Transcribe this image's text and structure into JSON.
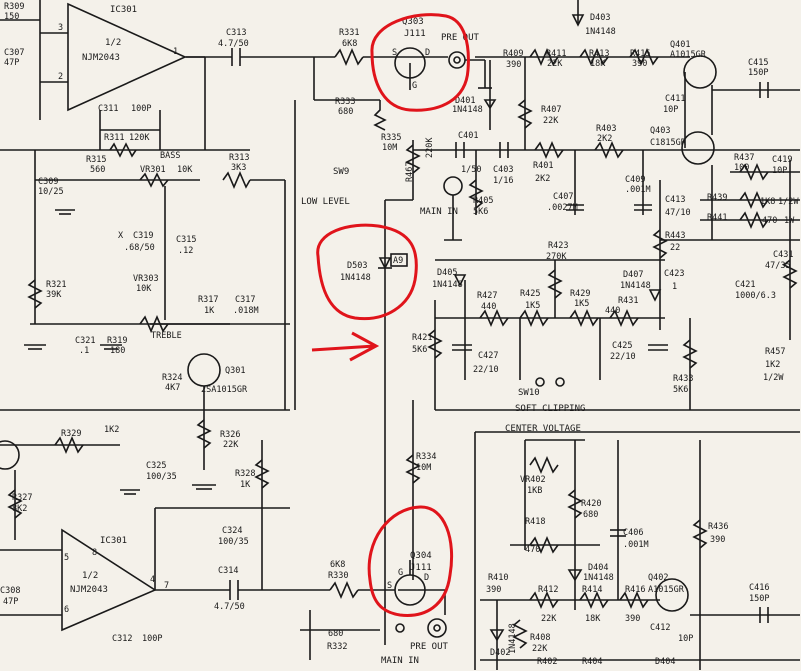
{
  "colors": {
    "ink": "#1a1a1a",
    "paper": "#f4f1ea",
    "annotation": "#e0141b"
  },
  "ic_top": {
    "ref": "IC301",
    "frac": "1/2",
    "part": "NJM2043",
    "pins": [
      "3",
      "2",
      "1"
    ]
  },
  "ic_bot": {
    "ref": "IC301",
    "frac": "1/2",
    "part": "NJM2043",
    "pins": [
      "8",
      "5",
      "6",
      "7",
      "4"
    ]
  },
  "q303": {
    "ref": "Q303",
    "part": "J111",
    "s": "S",
    "d": "D",
    "g": "G"
  },
  "q304": {
    "ref": "Q304",
    "part": "J111",
    "s": "S",
    "d": "D",
    "g": "G"
  },
  "q301": {
    "ref": "Q301",
    "part": "2SA1015GR"
  },
  "pre_out_top": "PRE OUT",
  "pre_out_bot": "PRE OUT",
  "main_in_top": "MAIN IN",
  "main_in_bot": "MAIN IN",
  "low_level": "LOW LEVEL",
  "sw9": "SW9",
  "sw10": "SW10",
  "soft_clipping": "SOFT CLIPPING",
  "center_voltage": "CENTER VOLTAGE",
  "bass": "BASS",
  "treble": "TREBLE",
  "flag_a9": "A9",
  "labels": [
    "R309",
    "150",
    "C307",
    "47P",
    "C313",
    "4.7/50",
    "R331",
    "6K8",
    "R333",
    "680",
    "R335",
    "10M",
    "C311",
    "100P",
    "R311",
    "120K",
    "R315",
    "560",
    "VR301",
    "10K",
    "R313",
    "3K3",
    "C309",
    "10/25",
    "X",
    "C319",
    ".68/50",
    "C315",
    ".12",
    "R321",
    "39K",
    "VR303",
    "10K",
    "R317",
    "1K",
    "C317",
    ".018M",
    "C321",
    ".1",
    "R319",
    "180",
    "R324",
    "4K7",
    "R326",
    "22K",
    "R328",
    "1K",
    "R329",
    "1K2",
    "C325",
    "100/35",
    "R327",
    "8K2",
    "C308",
    "47P",
    "C324",
    "100/35",
    "C314",
    "4.7/50",
    "R330",
    "6K8",
    "C312",
    "100P",
    "R332",
    "680",
    "R334",
    "10M",
    "R467",
    "220K",
    "C401",
    "1/50",
    "C403",
    "1/16",
    "R405",
    "5K6",
    "R409",
    "390",
    "R411",
    "22K",
    "R413",
    "18K",
    "R415",
    "390",
    "Q401",
    "A1015GR",
    "D401",
    "1N4148",
    "D403",
    "1N4148",
    "R407",
    "22K",
    "R401",
    "2K2",
    "R403",
    "2K2",
    "C407",
    ".0027M",
    "C409",
    ".001M",
    "Q403",
    "C1815GR",
    "C411",
    "10P",
    "C413",
    "47/10",
    "R437",
    "100",
    "C419",
    "10P",
    "C415",
    "150P",
    "R439",
    "1K8",
    "1/2W",
    "R441",
    "470",
    "1W",
    "R443",
    "22",
    "C431",
    "47/35",
    "C423",
    "1",
    "C421",
    "1000/6.3",
    "D503",
    "1N4148",
    "D405",
    "1N4148",
    "R423",
    "270K",
    "R427",
    "440",
    "R425",
    "1K5",
    "R429",
    "1K5",
    "D407",
    "1N4148",
    "R431",
    "440",
    "R421",
    "5K6",
    "C427",
    "22/10",
    "C425",
    "22/10",
    "R433",
    "5K6",
    "R457",
    "1K2",
    "1/2W",
    "VR402",
    "1KB",
    "R420",
    "680",
    "R418",
    "470",
    "C406",
    ".001M",
    "R436",
    "390",
    "D404",
    "1N4148",
    "R414",
    "18K",
    "R412",
    "22K",
    "R416",
    "390",
    "Q402",
    "A1015GR",
    "C412",
    "10P",
    "C416",
    "150P",
    "R410",
    "390",
    "D402",
    "1N4148",
    "R408",
    "22K",
    "R402",
    "R404",
    "D404"
  ]
}
